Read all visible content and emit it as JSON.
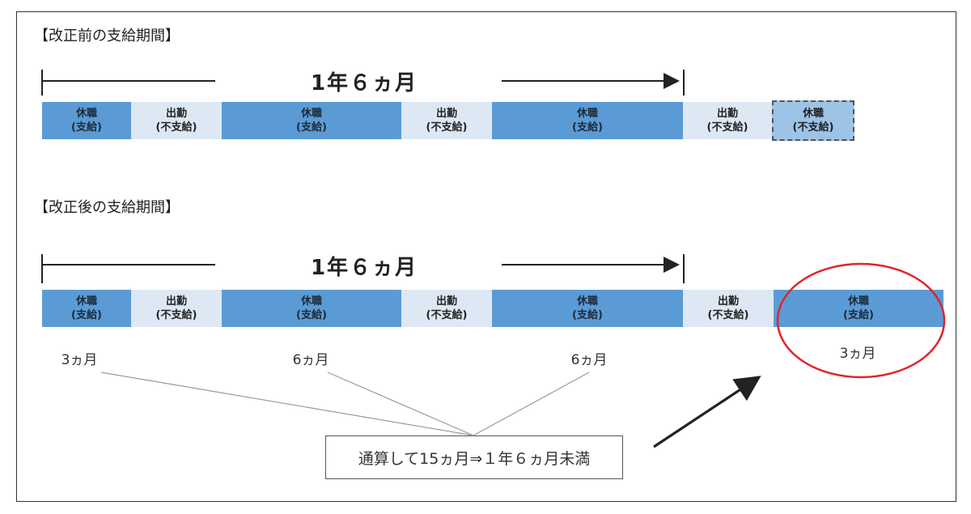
{
  "before": {
    "title": "【改正前の支給期間】",
    "span_label": "1年６ヵ月",
    "segments": [
      {
        "type": "leave",
        "line1": "休職",
        "line2": "(支給)"
      },
      {
        "type": "work",
        "line1": "出勤",
        "line2": "(不支給)"
      },
      {
        "type": "leave",
        "line1": "休職",
        "line2": "(支給)"
      },
      {
        "type": "work",
        "line1": "出勤",
        "line2": "(不支給)"
      },
      {
        "type": "leave",
        "line1": "休職",
        "line2": "(支給)"
      },
      {
        "type": "work",
        "line1": "出勤",
        "line2": "(不支給)"
      },
      {
        "type": "dashed",
        "line1": "休職",
        "line2": "(不支給)"
      }
    ]
  },
  "after": {
    "title": "【改正後の支給期間】",
    "span_label": "1年６ヵ月",
    "segments": [
      {
        "type": "leave",
        "line1": "休職",
        "line2": "(支給)"
      },
      {
        "type": "work",
        "line1": "出勤",
        "line2": "(不支給)"
      },
      {
        "type": "leave",
        "line1": "休職",
        "line2": "(支給)"
      },
      {
        "type": "work",
        "line1": "出勤",
        "line2": "(不支給)"
      },
      {
        "type": "leave",
        "line1": "休職",
        "line2": "(支給)"
      },
      {
        "type": "work",
        "line1": "出勤",
        "line2": "(不支給)"
      },
      {
        "type": "leave",
        "line1": "休職",
        "line2": "(支給)"
      }
    ],
    "months": [
      "3ヵ月",
      "6ヵ月",
      "6ヵ月",
      "3ヵ月"
    ]
  },
  "summary": "通算して15ヵ月⇒１年６ヵ月未満",
  "colors": {
    "leave": "#5b9bd5",
    "work": "#dde8f4",
    "dashed": "#9dc3e6",
    "highlight": "#e0242a",
    "line": "#222222"
  }
}
